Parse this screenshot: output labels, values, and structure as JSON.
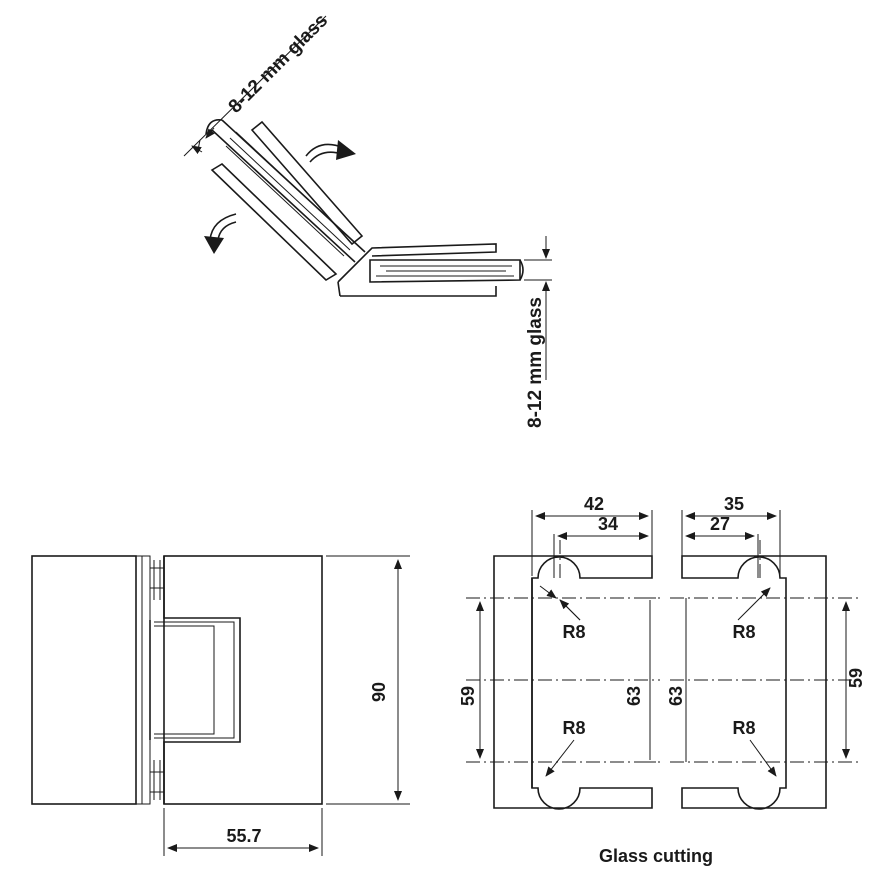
{
  "labels": {
    "glass_thickness_top": "8-12 mm glass",
    "glass_thickness_right": "8-12 mm glass",
    "caption": "Glass cutting"
  },
  "dimensions": {
    "height": "90",
    "offset": "55.7",
    "left_cut_outer": "42",
    "left_cut_inner": "34",
    "right_cut_outer": "35",
    "right_cut_inner": "27",
    "left_hole_spacing": "59",
    "left_panel_height": "63",
    "right_panel_height": "63",
    "right_hole_spacing": "59",
    "radius_1": "R8",
    "radius_2": "R8",
    "radius_3": "R8",
    "radius_4": "R8"
  }
}
